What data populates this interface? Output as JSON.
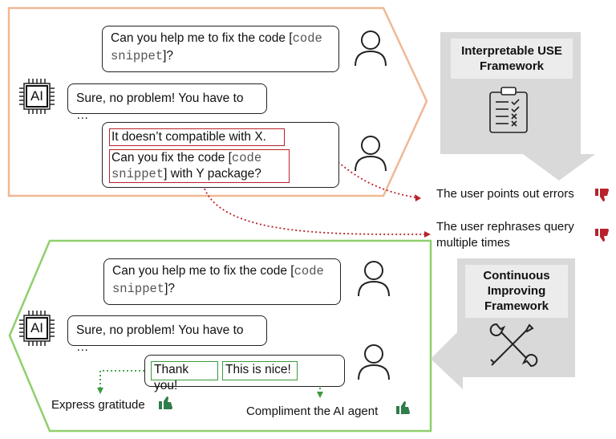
{
  "top_panel": {
    "user_msg_1_text": "Can you help me to fix the code [",
    "user_msg_1_code": "code snippet",
    "user_msg_1_end": "]?",
    "ai_reply": "Sure, no problem! You have to …",
    "complaint": "It doesn’t compatible with X.",
    "rephrase_text": "Can you fix the code [",
    "rephrase_code": "code snippet",
    "rephrase_end": "] with Y package?"
  },
  "bottom_panel": {
    "user_msg_1_text": "Can you help me to fix the code [",
    "user_msg_1_code": "code snippet",
    "user_msg_1_end": "]?",
    "ai_reply": "Sure, no problem! You have to …",
    "thanks": "Thank you!",
    "praise": "This is nice!"
  },
  "ai_chip_label": "AI",
  "framework_top": {
    "title_line1": "Interpretable USE",
    "title_line2": "Framework",
    "icon": "clipboard-checklist-icon"
  },
  "framework_bottom": {
    "title_line1": "Continuous",
    "title_line2": "Improving",
    "title_line3": "Framework",
    "icon": "tools-icon"
  },
  "signals": {
    "negative_1": "The user points out errors",
    "negative_2_line1": "The user rephrases query",
    "negative_2_line2": "multiple times",
    "positive_1": "Express gratitude",
    "positive_2": "Compliment the AI agent"
  },
  "colors": {
    "top_border": "#f0b894",
    "bottom_border": "#8fcf6e",
    "negative": "#b8222a",
    "positive": "#2f7d4a",
    "arrow_gray": "#d9d9d9"
  }
}
